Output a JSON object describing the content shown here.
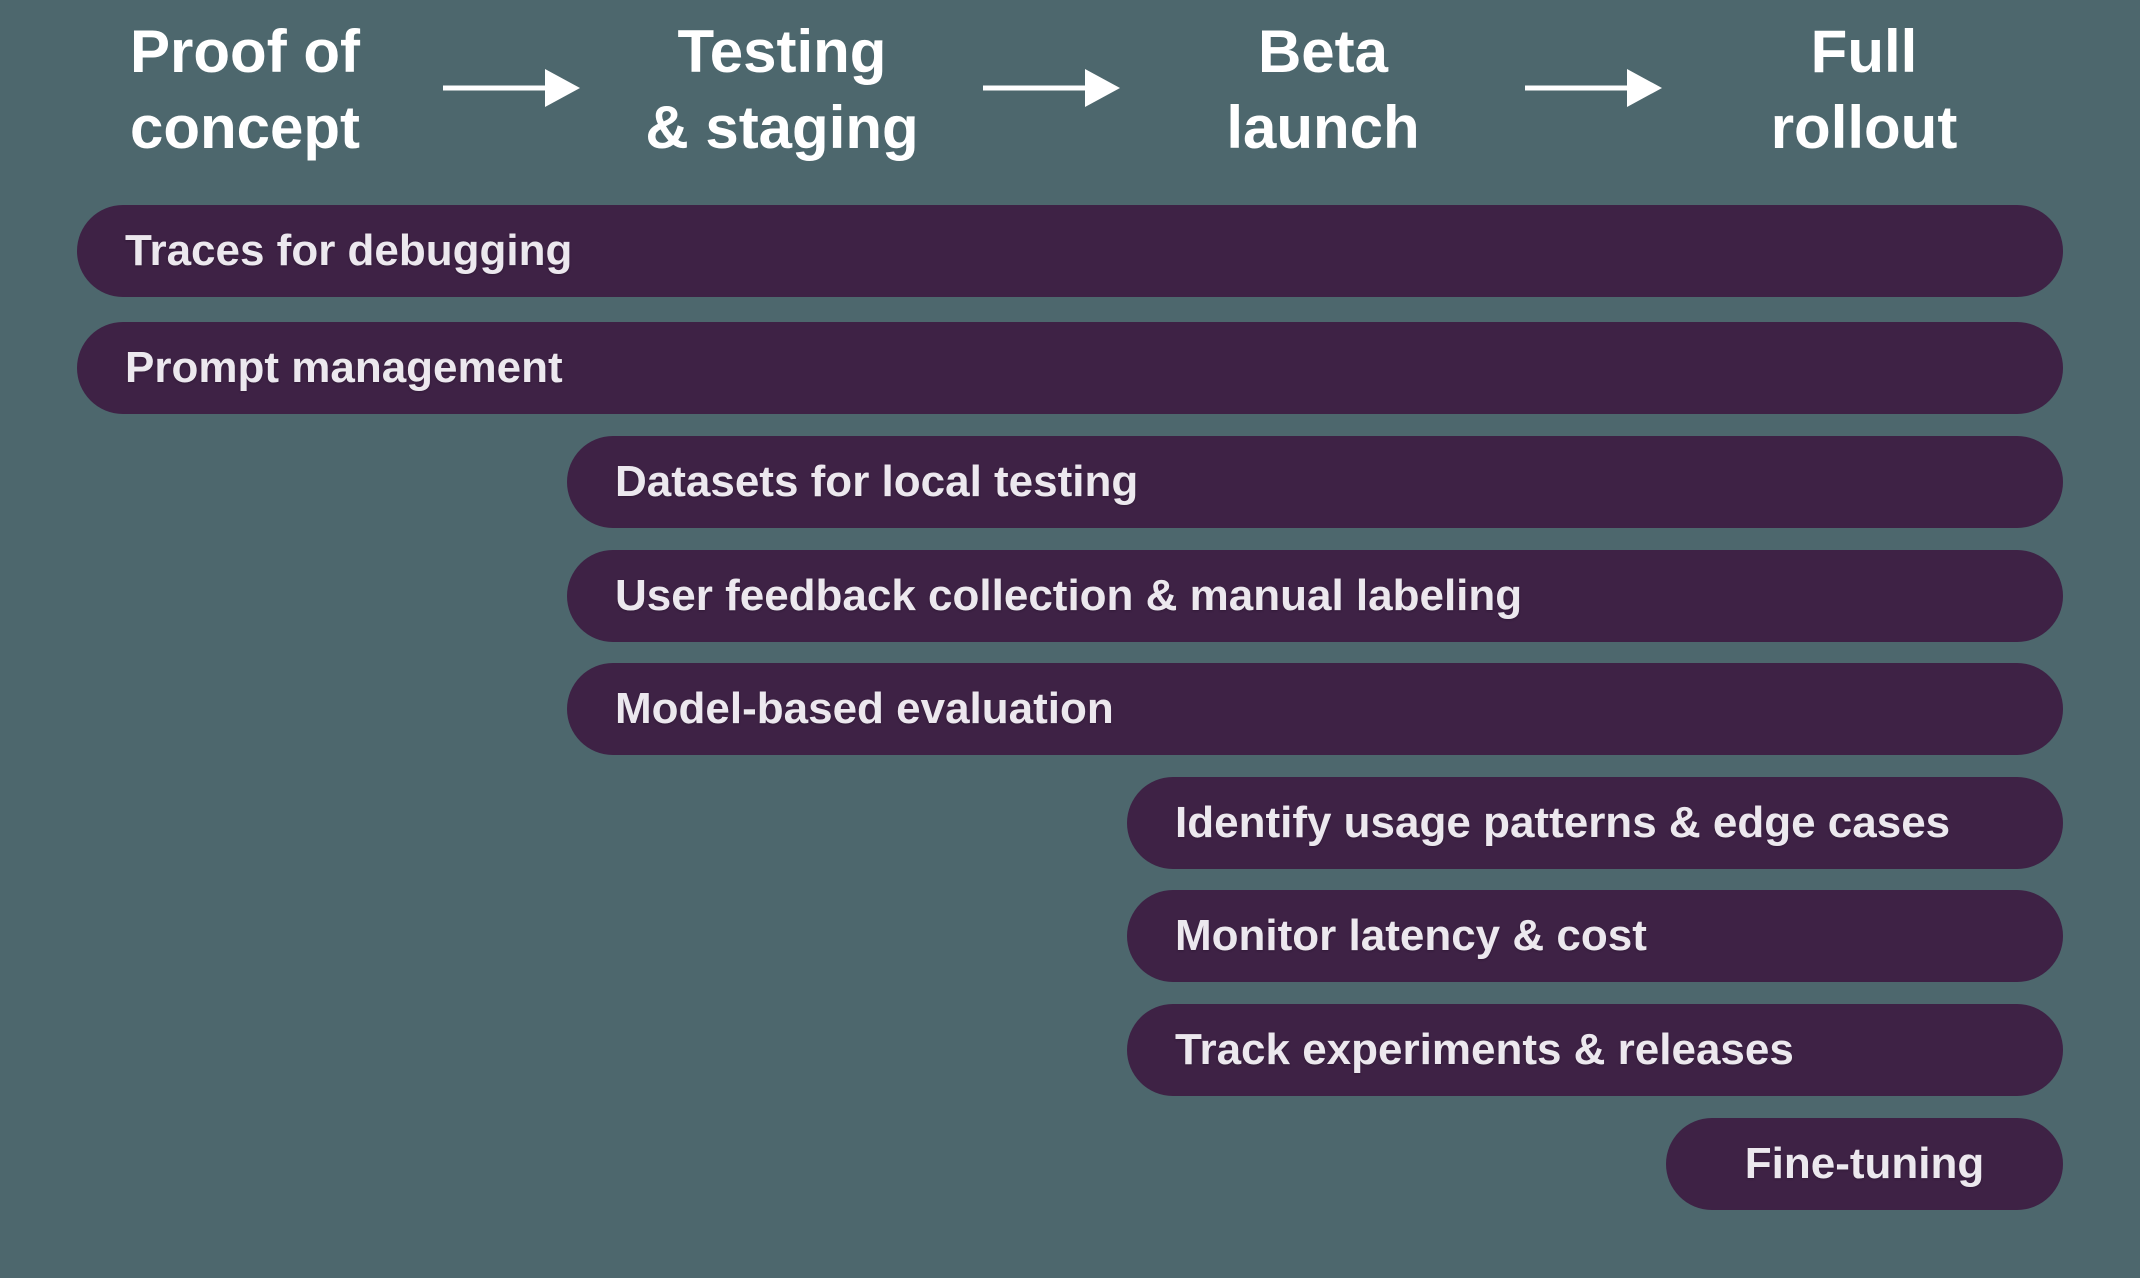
{
  "diagram": {
    "type": "roadmap-gantt",
    "stages": [
      {
        "label": "Proof of concept",
        "line1": "Proof of",
        "line2": "concept"
      },
      {
        "label": "Testing & staging",
        "line1": "Testing",
        "line2": "& staging"
      },
      {
        "label": "Beta launch",
        "line1": "Beta",
        "line2": "launch"
      },
      {
        "label": "Full rollout",
        "line1": "Full",
        "line2": "rollout"
      }
    ],
    "arrows": [
      {
        "icon": "right-arrow-icon",
        "from": "Proof of concept",
        "to": "Testing & staging"
      },
      {
        "icon": "right-arrow-icon",
        "from": "Testing & staging",
        "to": "Beta launch"
      },
      {
        "icon": "right-arrow-icon",
        "from": "Beta launch",
        "to": "Full rollout"
      }
    ],
    "bars": [
      {
        "label": "Traces for debugging",
        "start_stage": "Proof of concept",
        "end_stage": "Full rollout"
      },
      {
        "label": "Prompt management",
        "start_stage": "Proof of concept",
        "end_stage": "Full rollout"
      },
      {
        "label": "Datasets for local testing",
        "start_stage": "Testing & staging",
        "end_stage": "Full rollout"
      },
      {
        "label": "User feedback collection & manual labeling",
        "start_stage": "Testing & staging",
        "end_stage": "Full rollout"
      },
      {
        "label": "Model-based evaluation",
        "start_stage": "Testing & staging",
        "end_stage": "Full rollout"
      },
      {
        "label": "Identify usage patterns & edge cases",
        "start_stage": "Beta launch",
        "end_stage": "Full rollout"
      },
      {
        "label": "Monitor latency & cost",
        "start_stage": "Beta launch",
        "end_stage": "Full rollout"
      },
      {
        "label": "Track experiments & releases",
        "start_stage": "Beta launch",
        "end_stage": "Full rollout"
      },
      {
        "label": "Fine-tuning",
        "start_stage": "Full rollout",
        "end_stage": "Full rollout"
      }
    ],
    "colors": {
      "background": "#4d676d",
      "bar_fill": "#3e2245",
      "bar_text": "#ece8ee",
      "stage_text": "#ffffff",
      "arrow": "#ffffff"
    }
  }
}
